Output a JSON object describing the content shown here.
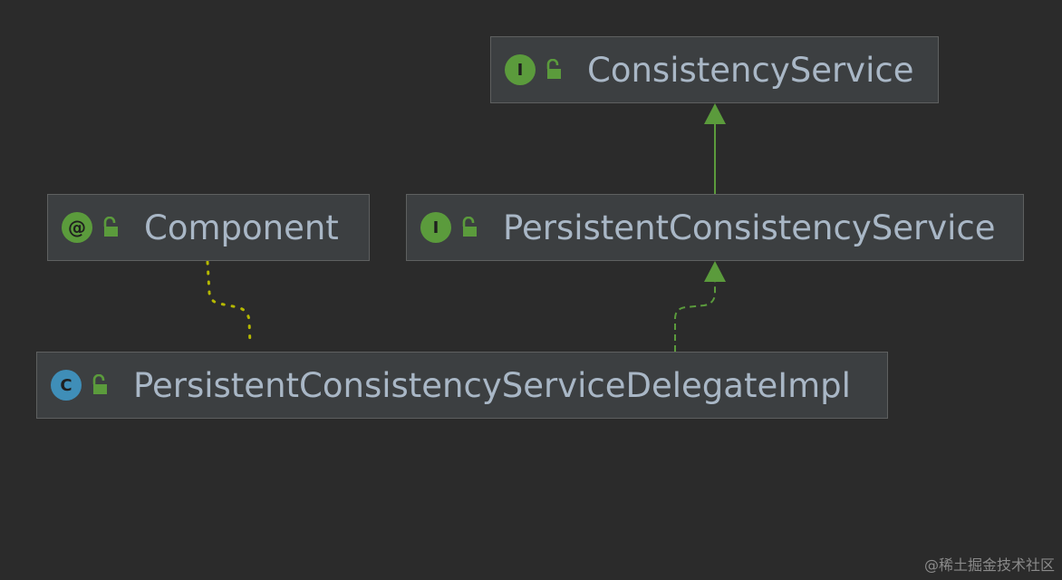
{
  "nodes": {
    "consistency_service": {
      "name": "ConsistencyService",
      "kind": "I",
      "kind_label": "interface"
    },
    "component": {
      "name": "Component",
      "kind": "@",
      "kind_label": "annotation"
    },
    "persistent_consistency_service": {
      "name": "PersistentConsistencyService",
      "kind": "I",
      "kind_label": "interface"
    },
    "delegate_impl": {
      "name": "PersistentConsistencyServiceDelegateImpl",
      "kind": "C",
      "kind_label": "class"
    }
  },
  "edges": [
    {
      "from": "persistent_consistency_service",
      "to": "consistency_service",
      "type": "extends",
      "style": "solid"
    },
    {
      "from": "delegate_impl",
      "to": "persistent_consistency_service",
      "type": "implements",
      "style": "dashed"
    },
    {
      "from": "delegate_impl",
      "to": "component",
      "type": "annotated-by",
      "style": "dotted"
    }
  ],
  "colors": {
    "background": "#2b2b2b",
    "node_fill": "#3c3f41",
    "node_border": "#5e6060",
    "text": "#a9b7c6",
    "interface_badge": "#5b9b3c",
    "class_badge": "#3f8eb8",
    "edge_green": "#5b9b3c",
    "annotation_edge": "#b5b800"
  },
  "watermark": "@稀土掘金技术社区"
}
